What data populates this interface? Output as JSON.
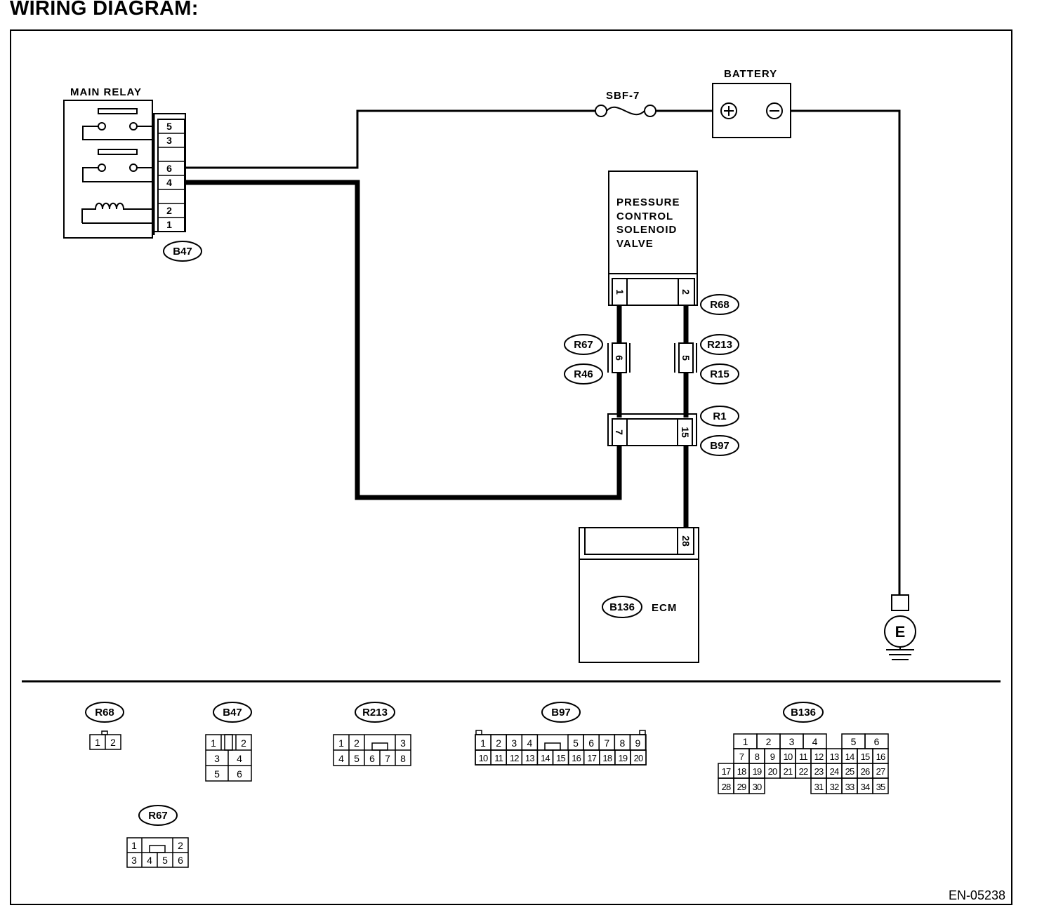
{
  "title": "WIRING DIAGRAM:",
  "components": {
    "main_relay": "MAIN RELAY",
    "battery": "BATTERY",
    "fuse": "SBF-7",
    "pcsv": [
      "PRESSURE",
      "CONTROL",
      "SOLENOID",
      "VALVE"
    ],
    "ecm": "ECM",
    "ground": "E"
  },
  "relay_pins": [
    "5",
    "3",
    "6",
    "4",
    "2",
    "1"
  ],
  "connector_ids": {
    "b47": "B47",
    "r68": "R68",
    "r67": "R67",
    "r46": "R46",
    "r213": "R213",
    "r15": "R15",
    "r1": "R1",
    "b97": "B97",
    "b136": "B136"
  },
  "terminals": {
    "pcsv_1": "1",
    "pcsv_2": "2",
    "r67_6": "6",
    "r213_5": "5",
    "r1_7": "7",
    "r1_15": "15",
    "ecm_28": "28"
  },
  "legend": {
    "r68": {
      "label": "R68",
      "pins": [
        "1",
        "2"
      ]
    },
    "b47": {
      "label": "B47",
      "pins": [
        "1",
        "2",
        "3",
        "4",
        "5",
        "6"
      ]
    },
    "r213": {
      "label": "R213",
      "pins": [
        "1",
        "2",
        "3",
        "4",
        "5",
        "6",
        "7",
        "8"
      ]
    },
    "b97": {
      "label": "B97",
      "pins": [
        "1",
        "2",
        "3",
        "4",
        "5",
        "6",
        "7",
        "8",
        "9",
        "10",
        "11",
        "12",
        "13",
        "14",
        "15",
        "16",
        "17",
        "18",
        "19",
        "20"
      ]
    },
    "b136": {
      "label": "B136",
      "pins": [
        "1",
        "2",
        "3",
        "4",
        "5",
        "6",
        "7",
        "8",
        "9",
        "10",
        "11",
        "12",
        "13",
        "14",
        "15",
        "16",
        "17",
        "18",
        "19",
        "20",
        "21",
        "22",
        "23",
        "24",
        "25",
        "26",
        "27",
        "28",
        "29",
        "30",
        "31",
        "32",
        "33",
        "34",
        "35"
      ]
    },
    "r67": {
      "label": "R67",
      "pins": [
        "1",
        "2",
        "3",
        "4",
        "5",
        "6"
      ]
    }
  },
  "figure_id": "EN-05238"
}
